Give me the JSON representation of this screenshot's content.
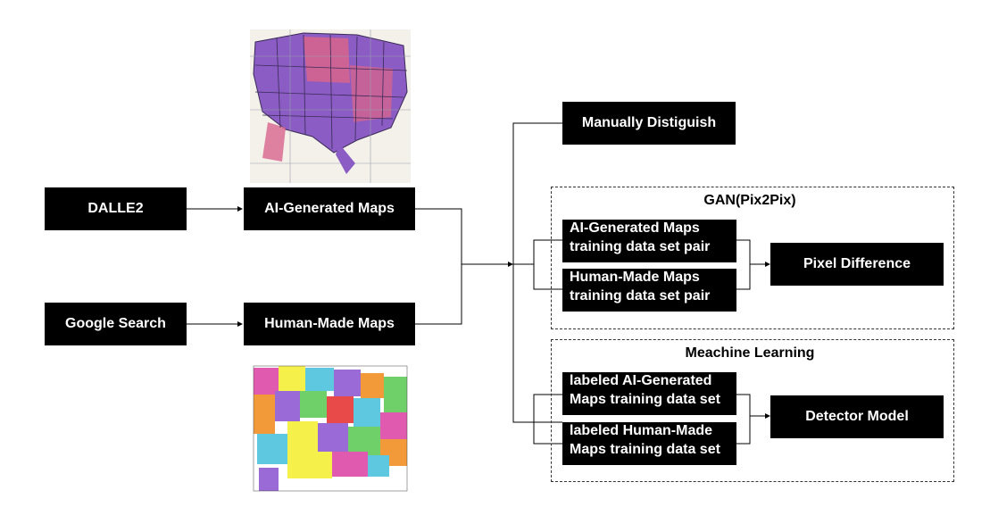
{
  "sources": {
    "dalle2": "DALLE2",
    "google_search": "Google Search"
  },
  "maps": {
    "ai_generated": "AI-Generated Maps",
    "human_made": "Human-Made Maps"
  },
  "manual": "Manually Distiguish",
  "gan": {
    "title": "GAN(Pix2Pix)",
    "ai_pair": [
      "AI-Generated Maps",
      "training data set pair"
    ],
    "human_pair": [
      "Human-Made Maps",
      "training data set pair"
    ],
    "output": "Pixel Difference"
  },
  "ml": {
    "title": "Meachine Learning",
    "ai_set": [
      "labeled AI-Generated",
      "Maps training data set"
    ],
    "human_set": [
      "labeled Human-Made",
      "Maps training data set"
    ],
    "output": "Detector Model"
  },
  "colors": {
    "box": "#000000",
    "text": "#ffffff",
    "line": "#000000",
    "ai_map_purple": "#8a5cc4",
    "ai_map_pink": "#d8648c",
    "human_map_palette": [
      "#e05ab0",
      "#f6f04a",
      "#5ec8e0",
      "#9a6ad6",
      "#f29a3a",
      "#6fd06a",
      "#e84a4a"
    ]
  },
  "icons": [
    "ai-generated-map-thumbnail",
    "human-made-map-thumbnail"
  ]
}
